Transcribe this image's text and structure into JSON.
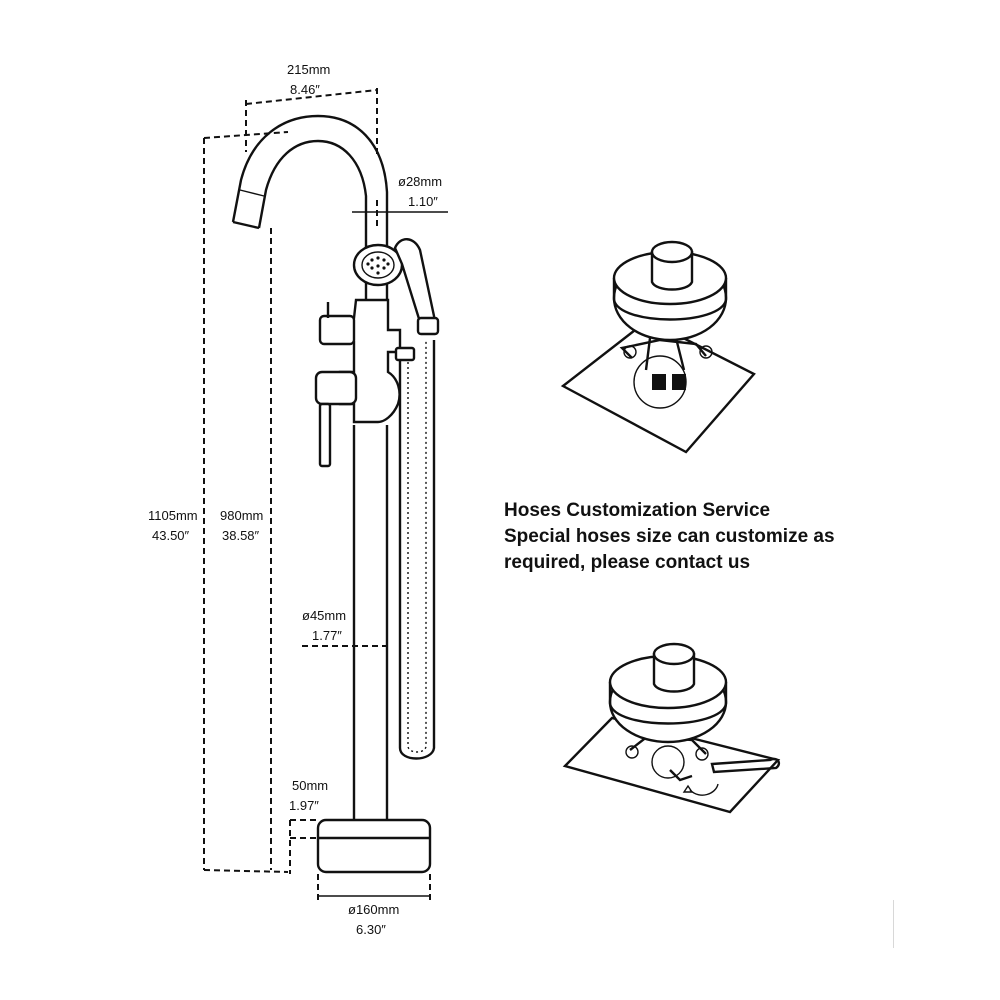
{
  "dimensions": {
    "spout_reach_mm": "215mm",
    "spout_reach_in": "8.46″",
    "spout_dia_mm": "ø28mm",
    "spout_dia_in": "1.10″",
    "total_height_mm": "1105mm",
    "total_height_in": "43.50″",
    "spout_height_mm": "980mm",
    "spout_height_in": "38.58″",
    "column_dia_mm": "ø45mm",
    "column_dia_in": "1.77″",
    "base_height_mm": "50mm",
    "base_height_in": "1.97″",
    "base_dia_mm": "ø160mm",
    "base_dia_in": "6.30″"
  },
  "caption": {
    "line1": "Hoses Customization Service",
    "line2": "Special hoses size can customize as",
    "line3": "required, please contact us"
  }
}
